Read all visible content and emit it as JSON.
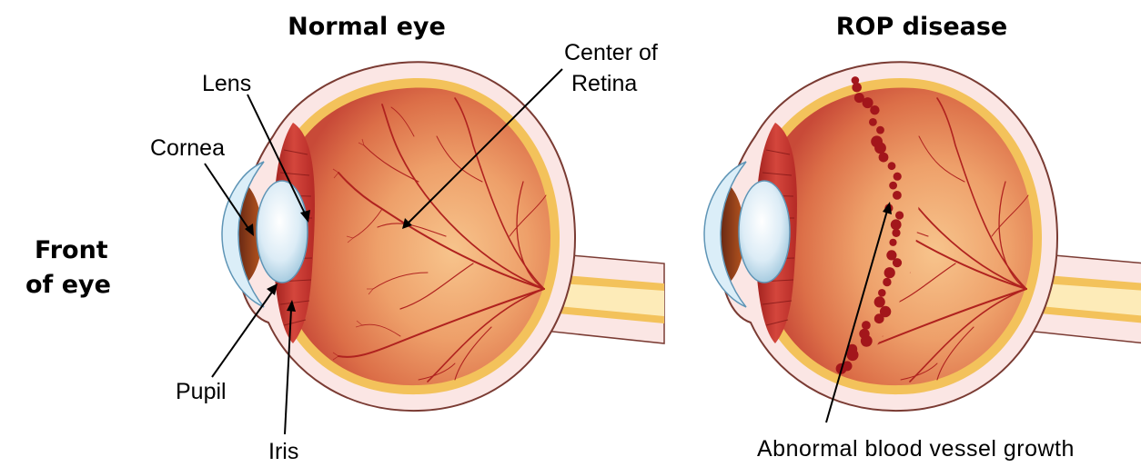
{
  "titles": {
    "normal": "Normal eye",
    "rop": "ROP disease"
  },
  "side_label": {
    "line1": "Front",
    "line2": "of eye"
  },
  "labels": {
    "lens": "Lens",
    "cornea": "Cornea",
    "center_line1": "Center of",
    "center_line2": "Retina",
    "pupil": "Pupil",
    "iris": "Iris",
    "abnormal": "Abnormal blood vessel growth"
  },
  "colors": {
    "retina_light": "#f4b27a",
    "retina_mid": "#e07a4c",
    "retina_dark": "#c8493a",
    "vessel": "#b0221f",
    "sclera_fill": "#fbe6e4",
    "sclera_stroke": "#7a3b33",
    "choroid": "#f3c25b",
    "lens_light": "#ffffff",
    "lens_mid": "#cfe7f3",
    "lens_edge": "#5f95b6",
    "iris_dark": "#7a1f1a",
    "ciliary": "#c33a34",
    "lesion": "#a3161b"
  }
}
